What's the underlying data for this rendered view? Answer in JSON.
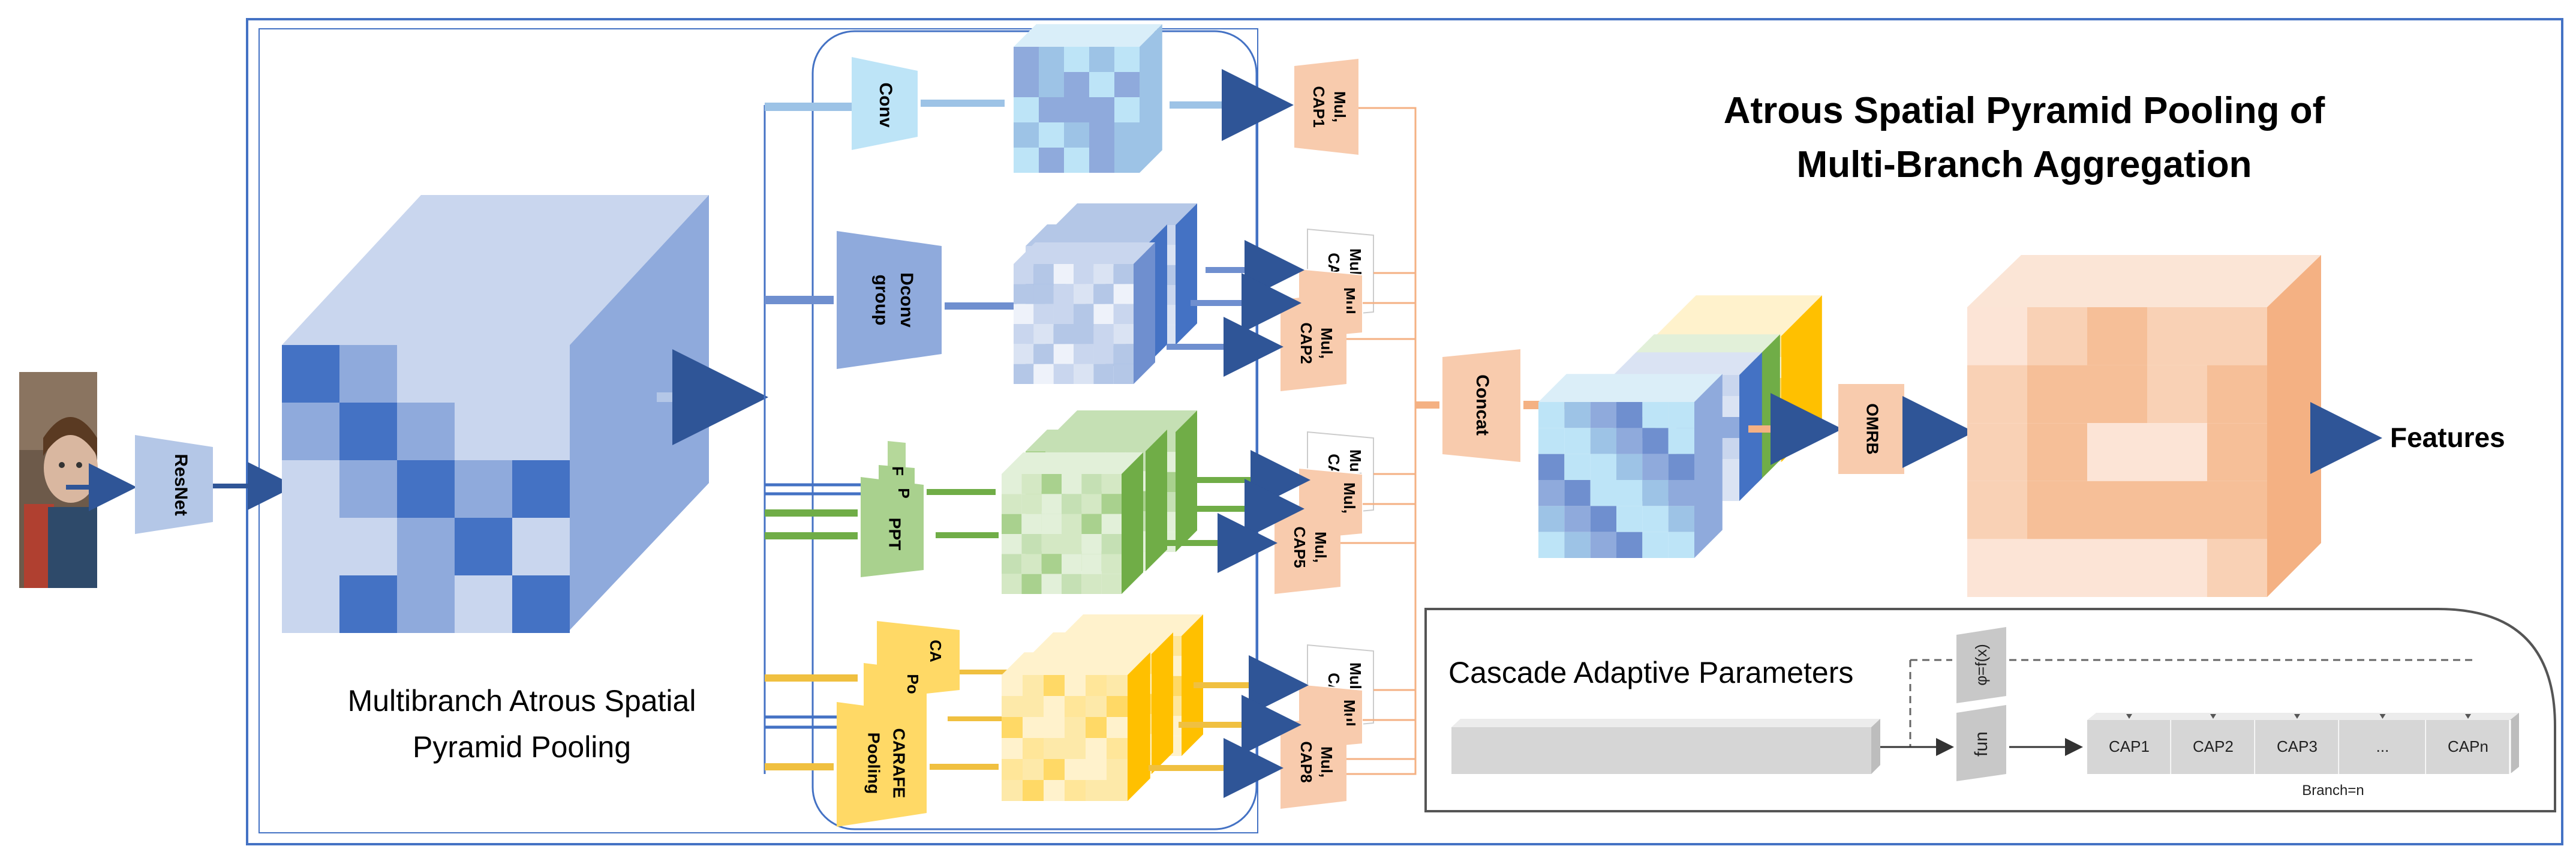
{
  "title": {
    "line1": "Atrous Spatial Pyramid Pooling of",
    "line2": "Multi-Branch Aggregation"
  },
  "input": {
    "image": "child-face-photo"
  },
  "resnet": {
    "label": "ResNet"
  },
  "multibranch": {
    "line1": "Multibranch Atrous Spatial",
    "line2": "Pyramid Pooling"
  },
  "branches": {
    "conv": "Conv",
    "dconv_line1": "Dconv",
    "dconv_line2": "group",
    "ppt_front": "PPT",
    "ppt_back1": "P",
    "ppt_back2": "F",
    "carafe_line1": "CARAFE",
    "carafe_line2": "Pooling",
    "carafe_back1": "CA",
    "carafe_back2": "Po"
  },
  "cap_boxes": {
    "cap1_line1": "Mul,",
    "cap1_line2": "CAP1",
    "cap2_line1": "Mul,",
    "cap2_line2": "CAP2",
    "cap5_line1": "Mul,",
    "cap5_line2": "CAP5",
    "cap8_line1": "Mul,",
    "cap8_line2": "CAP8",
    "back_mul": "Mul,",
    "back_ca": "CA"
  },
  "concat": {
    "label": "Concat"
  },
  "omrb": {
    "label": "OMRB"
  },
  "features": {
    "label": "Features"
  },
  "cascade": {
    "title": "Cascade Adaptive Parameters",
    "phi": "φ=f(x)",
    "fun": "fun",
    "caps": [
      "CAP1",
      "CAP2",
      "CAP3",
      "...",
      "CAPn"
    ],
    "branch_label": "Branch=n"
  },
  "colors": {
    "frame": "#4472c4",
    "blue_dark": "#4472c4",
    "blue_mid": "#8faadc",
    "blue_light": "#c9d6ee",
    "cyan_light": "#bde4f7",
    "green": "#a9d18e",
    "yellow": "#ffd966",
    "orange": "#f4b183",
    "peach": "#f8cbad",
    "grey": "#d9d9d9"
  }
}
